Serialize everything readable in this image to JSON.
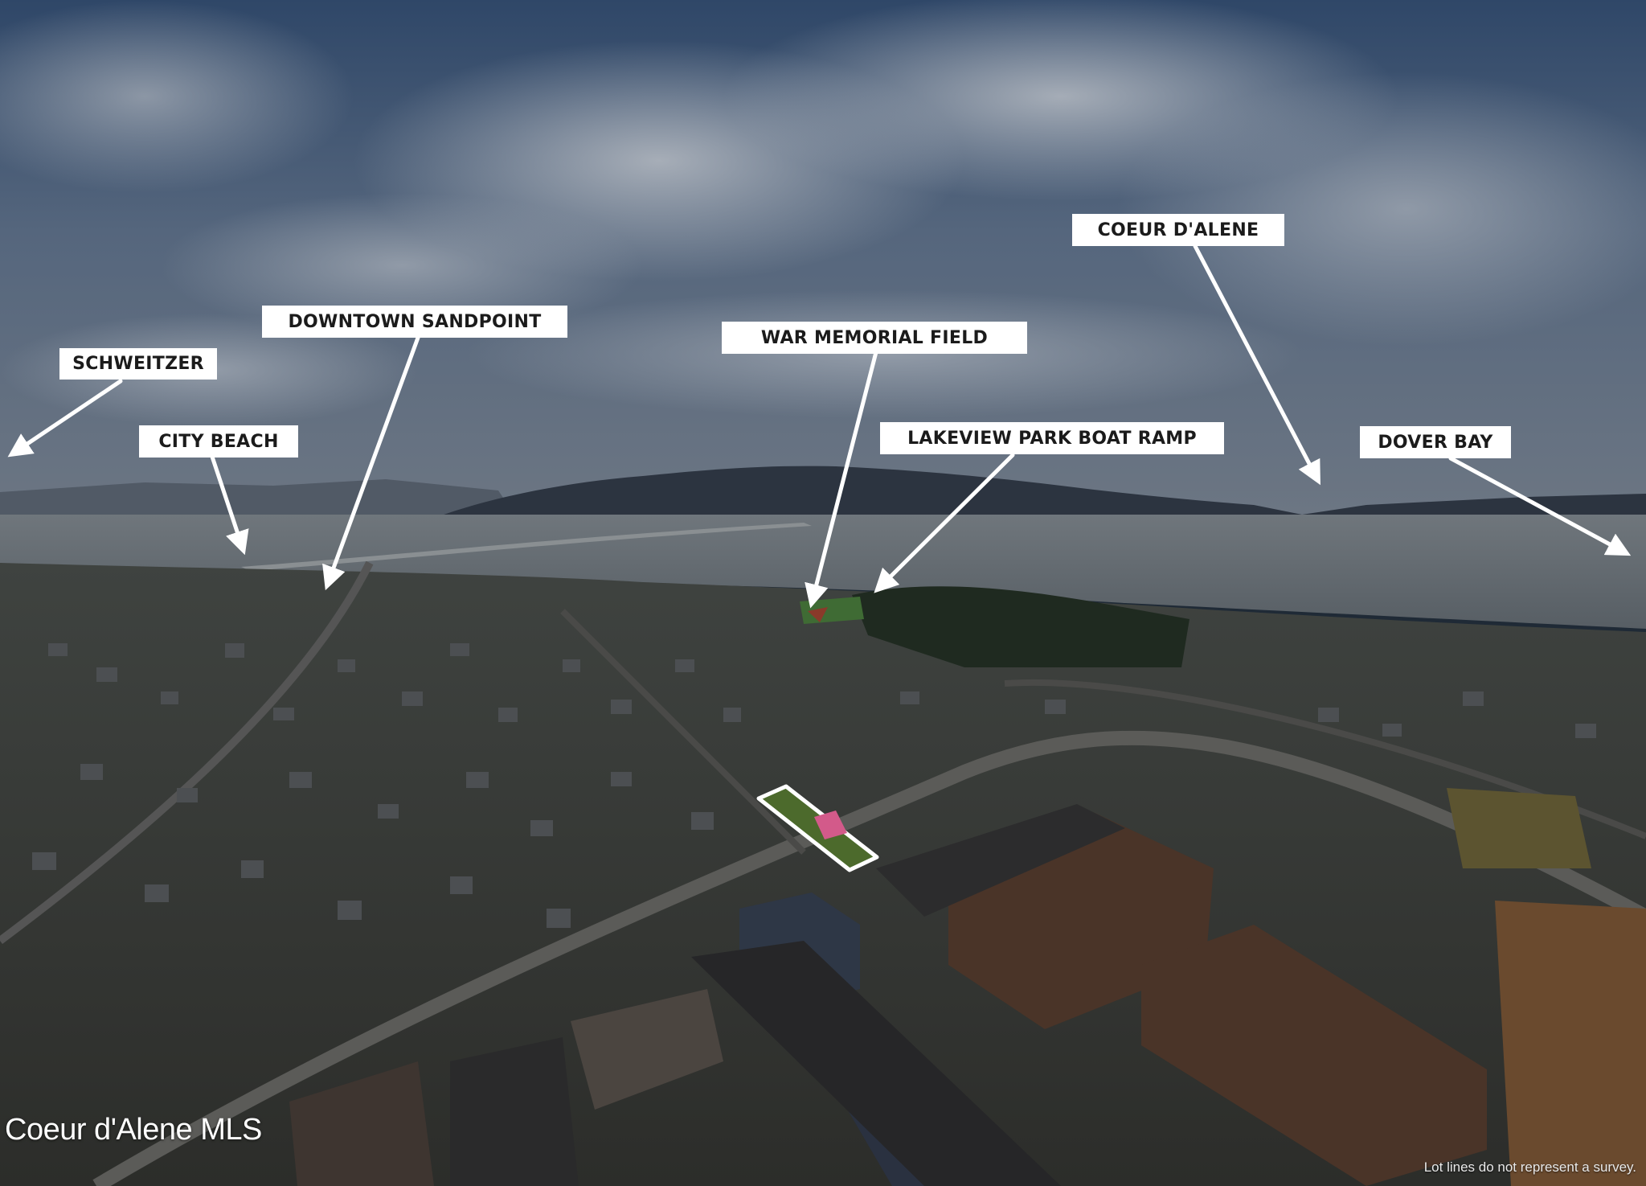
{
  "labels": {
    "schweitzer": "SCHWEITZER",
    "downtown_sandpoint": "DOWNTOWN SANDPOINT",
    "city_beach": "CITY BEACH",
    "war_memorial_field": "WAR MEMORIAL FIELD",
    "coeur_dalene": "COEUR D'ALENE",
    "lakeview_park_boat_ramp": "LAKEVIEW PARK BOAT RAMP",
    "dover_bay": "DOVER BAY"
  },
  "watermark": "Coeur d'Alene MLS",
  "disclaimer": "Lot lines do not represent a survey.",
  "colors": {
    "label_background": "#ffffff",
    "label_text": "#1b1b1b",
    "arrow": "#ffffff",
    "lot_outline": "#ffffff",
    "sky": "#3a4d66",
    "lake": "#5f6870",
    "mountain": "#2b3340",
    "town": "#3b3d3a"
  }
}
